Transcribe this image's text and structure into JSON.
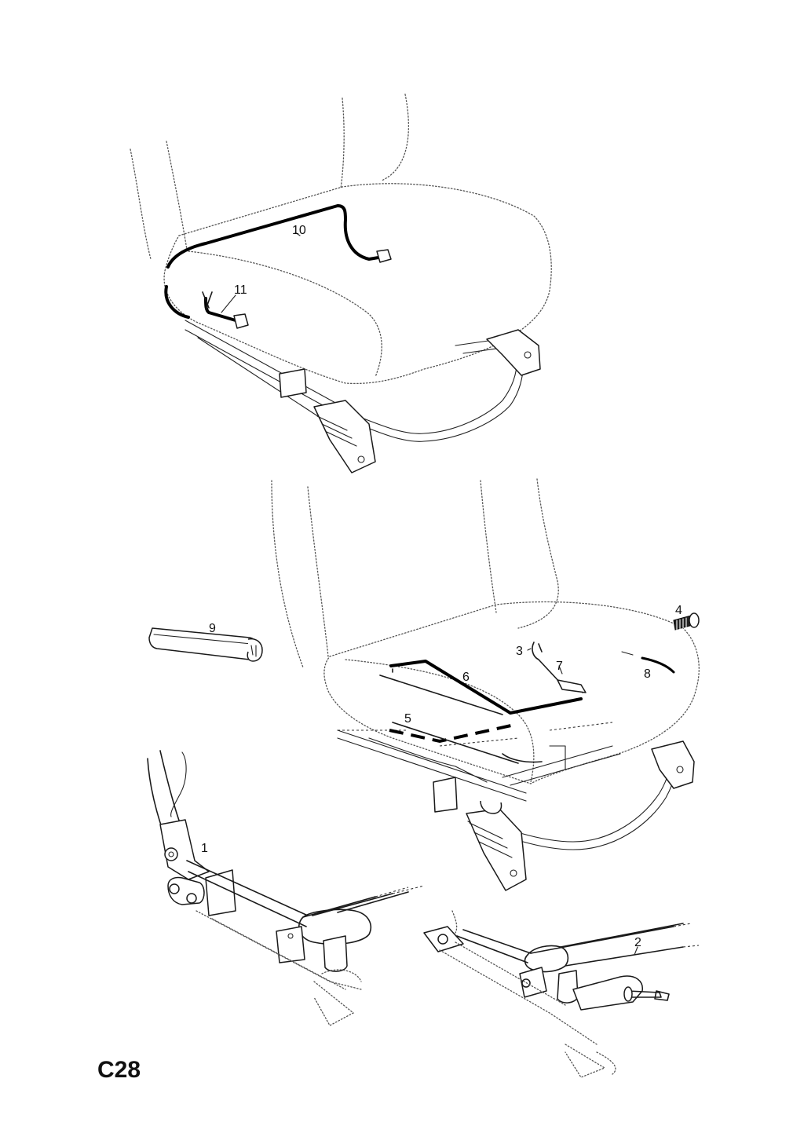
{
  "page_code": "C28",
  "callouts": {
    "c1": "1",
    "c2": "2",
    "c3": "3",
    "c4": "4",
    "c5": "5",
    "c6": "6",
    "c7": "7",
    "c8": "8",
    "c9": "9",
    "c10": "10",
    "c11": "11"
  },
  "colors": {
    "line": "#1a1a1a",
    "background": "#ffffff"
  }
}
